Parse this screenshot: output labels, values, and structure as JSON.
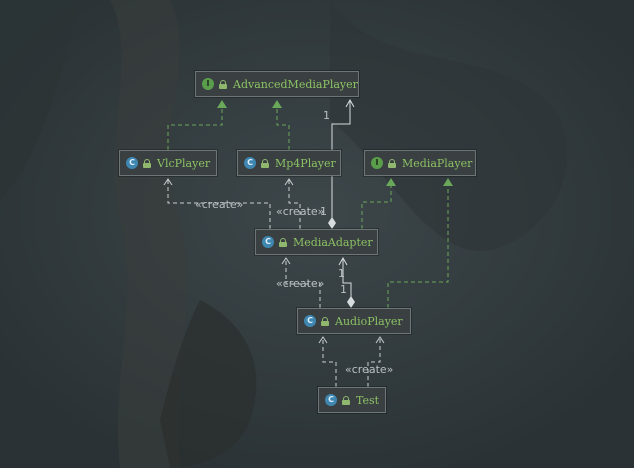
{
  "colors": {
    "background": "#323b3e",
    "node_fill": "#3a4042",
    "node_border": "#6e7577",
    "class_name": "#8cc264",
    "interface_badge": "#5a9e4c",
    "class_badge": "#3f87b0",
    "realization_edge": "#6aa85a",
    "dependency_edge": "#c9cfd1"
  },
  "nodes": {
    "advanced_media_player": {
      "kind": "I",
      "name": "AdvancedMediaPlayer"
    },
    "vlc_player": {
      "kind": "C",
      "name": "VlcPlayer"
    },
    "mp4_player": {
      "kind": "C",
      "name": "Mp4Player"
    },
    "media_player": {
      "kind": "I",
      "name": "MediaPlayer"
    },
    "media_adapter": {
      "kind": "C",
      "name": "MediaAdapter"
    },
    "audio_player": {
      "kind": "C",
      "name": "AudioPlayer"
    },
    "test": {
      "kind": "C",
      "name": "Test"
    }
  },
  "edge_labels": {
    "create_vlc": "«create»",
    "create_mp4": "«create»",
    "create_adapter": "«create»",
    "create_audio": "«create»",
    "mult_advanced": "1",
    "mult_adapter_to_advanced": "1",
    "mult_audio_to_adapter": "1",
    "mult_adapter_from_audio": "1"
  }
}
